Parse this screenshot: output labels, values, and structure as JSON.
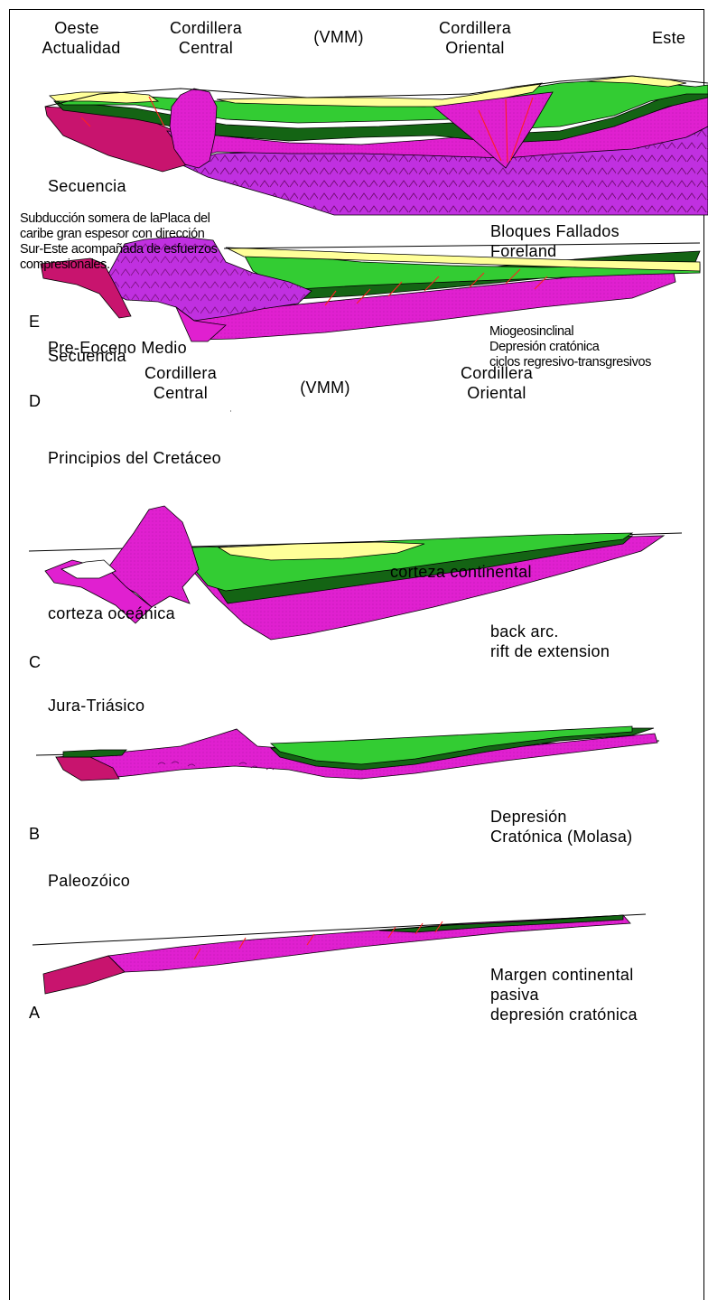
{
  "colors": {
    "magenta": "#e020d0",
    "deep_magenta": "#c8146e",
    "violet": "#c030e0",
    "light_green": "#33cc33",
    "dark_green": "#146414",
    "pale_yellow": "#ffff99",
    "fault_red": "#ff2020",
    "white": "#ffffff"
  },
  "panel_E": {
    "west_label": "Oeste",
    "period": "Actualidad",
    "central_range": "Cordillera\nCentral",
    "valley": "(VMM)",
    "eastern_range": "Cordillera\nOriental",
    "east_label": "Este",
    "sequence_label": "Secuencia",
    "description": "Subducción somera de laPlaca del\ncaribe gran espesor con dirección\nSur-Este acompañada de esfuerzos\ncompresionales.",
    "note": "Bloques Fallados\nForeland",
    "letter": "E"
  },
  "panel_D": {
    "period": "Pre-Eoceno Medio",
    "central_range": "Cordillera\nCentral",
    "valley": "(VMM)",
    "eastern_range": "Cordillera\nOriental",
    "sequence_label": "Secuencia",
    "description": "Miogeosinclinal\nDepresión cratónica\nciclos regresivo-transgresivos",
    "letter": "D"
  },
  "panel_C": {
    "period": "Principios del Cretáceo",
    "oceanic": "corteza oceánica",
    "continental": "corteza continental",
    "description": "back arc.\nrift de extension",
    "letter": "C"
  },
  "panel_B": {
    "period": "Jura-Triásico",
    "description": "Depresión\nCratónica (Molasa)",
    "letter": "B"
  },
  "panel_A": {
    "period": "Paleozóico",
    "description": "Margen continental\npasiva\ndepresión cratónica",
    "letter": "A"
  }
}
